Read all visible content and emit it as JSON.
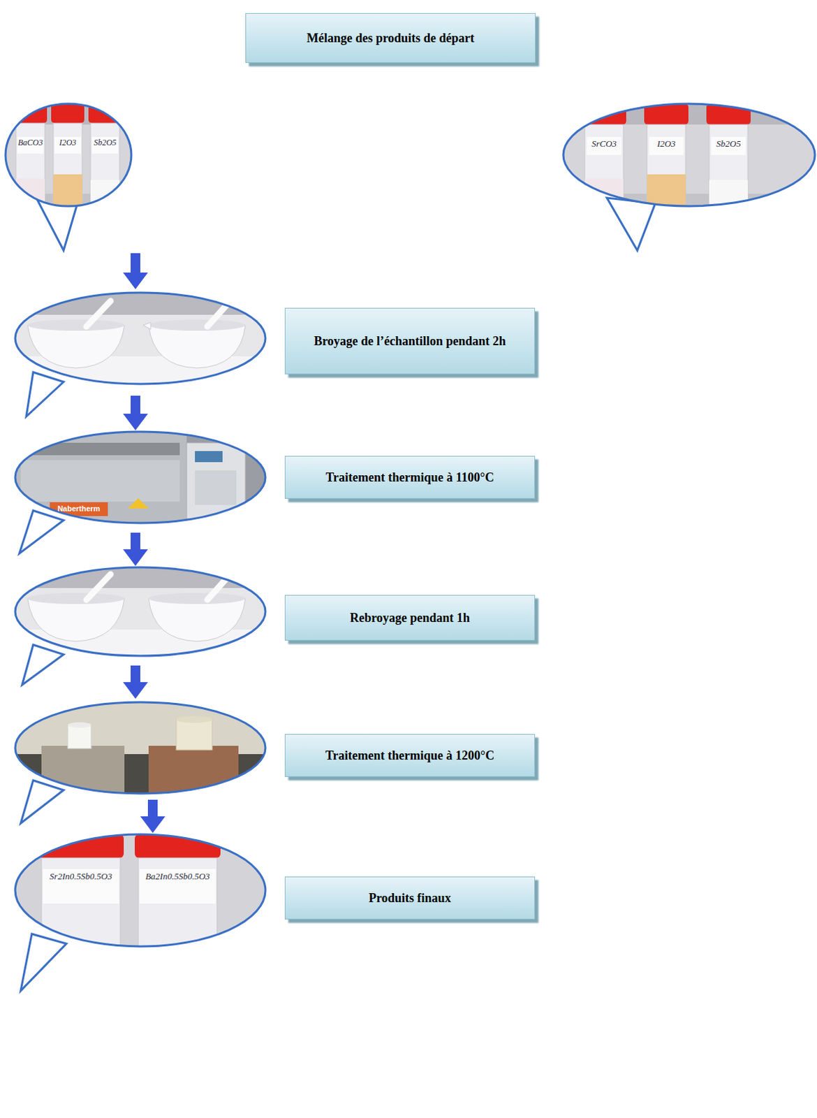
{
  "diagram": {
    "title": "Mélange des produits de départ",
    "nodes": [
      {
        "text": [
          "Mélange des produits de départ"
        ]
      },
      {
        "text": [
          "Broyage de l’échantillon pendant 2h"
        ]
      },
      {
        "text": [
          "Traitement thermique  à 1100°C"
        ]
      },
      {
        "text": [
          "Rebroyage  pendant  1h"
        ]
      },
      {
        "text": [
          "Traitement thermique à 1200°C"
        ]
      },
      {
        "text": [
          "Produits finaux"
        ]
      }
    ],
    "labels": [
      "BaCO3",
      "I2O3",
      "Sb2O5",
      "SrCO3",
      "I2O3",
      "Sb2O5",
      "Nabertherm",
      "Sr2In0.5Sb0.5O3",
      "Ba2In0.5Sb0.5O3"
    ]
  }
}
